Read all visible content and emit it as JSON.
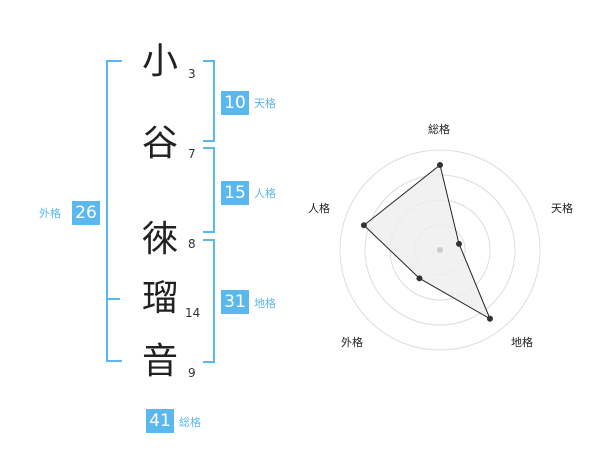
{
  "name": {
    "chars": [
      {
        "char": "小",
        "strokes": "3"
      },
      {
        "char": "谷",
        "strokes": "7"
      },
      {
        "char": "徠",
        "strokes": "8"
      },
      {
        "char": "瑠",
        "strokes": "14"
      },
      {
        "char": "音",
        "strokes": "9"
      }
    ]
  },
  "scores": {
    "tenkaku": {
      "value": "10",
      "label": "天格"
    },
    "jinkaku": {
      "value": "15",
      "label": "人格"
    },
    "chikaku": {
      "value": "31",
      "label": "地格"
    },
    "gaikaku": {
      "value": "26",
      "label": "外格"
    },
    "soukaku": {
      "value": "41",
      "label": "総格"
    }
  },
  "colors": {
    "accent": "#5bb8ee",
    "radar_fill": "#eeeeee",
    "ring": "#dddddd"
  },
  "chart_data": {
    "type": "radar",
    "axes": [
      "総格",
      "天格",
      "地格",
      "外格",
      "人格"
    ],
    "values": [
      0.85,
      0.2,
      0.85,
      0.35,
      0.8
    ],
    "scale_max": 1,
    "rings": 4
  }
}
